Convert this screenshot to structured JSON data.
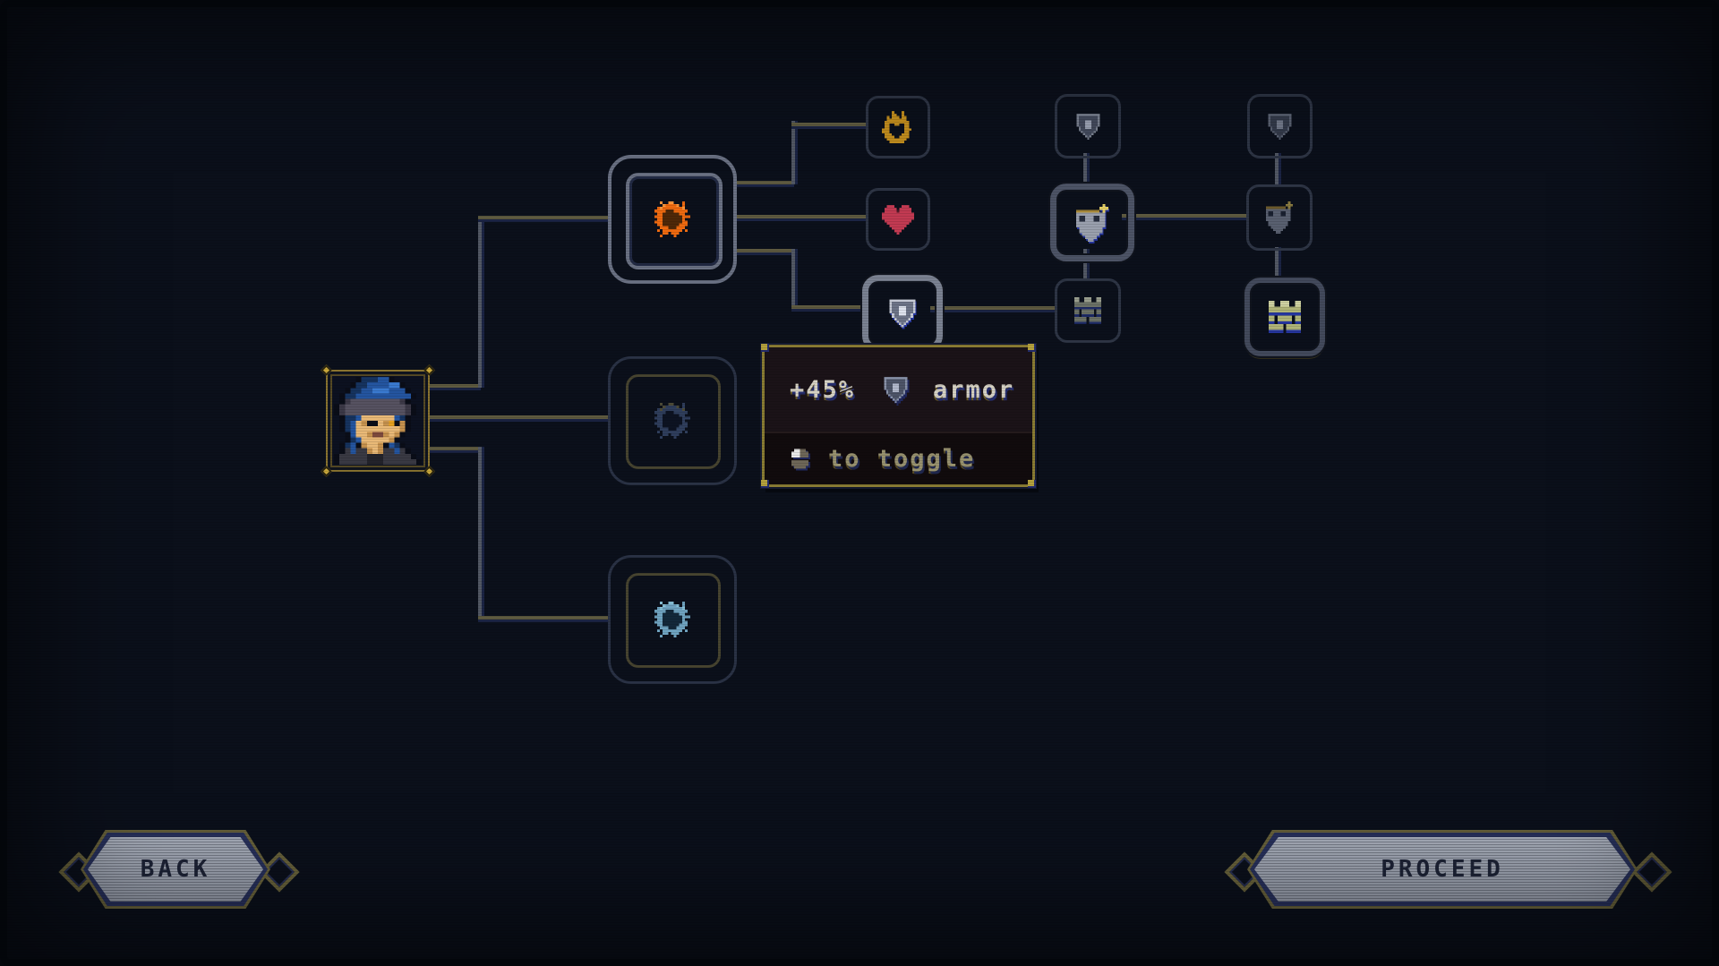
{
  "screen": {
    "type": "skill-tree",
    "background": "#0b101b"
  },
  "colors": {
    "accent_orange": "#ef6a10",
    "flame_gold": "#c08c1e",
    "heart_red": "#c23a52",
    "steel_blue": "#6fa3c0",
    "connector_olive": "#5e5a40",
    "connector_slate": "#525864",
    "tooltip_border_gold": "#8a7c33",
    "button_fill": "#9aa0ac"
  },
  "character": {
    "portrait_icon": "character-portrait"
  },
  "tree": {
    "root_nodes": [
      {
        "name": "skill-node-burst-top",
        "icon": "burst-icon",
        "state": "selected",
        "icon_color": "#ef6a10"
      },
      {
        "name": "skill-node-burst-middle",
        "icon": "burst-icon",
        "state": "inactive",
        "icon_color": "#2f3e5c"
      },
      {
        "name": "skill-node-burst-bottom",
        "icon": "burst-icon",
        "state": "available",
        "icon_color": "#6fa3c0"
      }
    ],
    "child_nodes": [
      {
        "name": "skill-node-flame-heart",
        "icon": "flame-heart-icon",
        "state": "unlocked"
      },
      {
        "name": "skill-node-heart",
        "icon": "heart-icon",
        "state": "unlocked"
      },
      {
        "name": "skill-node-armor",
        "icon": "shield-icon",
        "state": "hovered"
      },
      {
        "name": "skill-node-shield-2",
        "icon": "shield-icon",
        "state": "inactive"
      },
      {
        "name": "skill-node-mask-sparkle-2",
        "icon": "mask-sparkle-icon",
        "state": "unlocked"
      },
      {
        "name": "skill-node-crown-2",
        "icon": "crown-icon",
        "state": "inactive"
      },
      {
        "name": "skill-node-shield-3",
        "icon": "shield-icon",
        "state": "inactive"
      },
      {
        "name": "skill-node-mask-sparkle-3",
        "icon": "mask-sparkle-icon",
        "state": "inactive"
      },
      {
        "name": "skill-node-crown-3",
        "icon": "crown-icon",
        "state": "active"
      }
    ],
    "connections": [
      "portrait>burst-top",
      "portrait>burst-middle",
      "portrait>burst-bottom",
      "burst-top>flame-heart",
      "burst-top>heart",
      "burst-top>armor",
      "armor>crown-2",
      "shield-2>mask-sparkle-2",
      "mask-sparkle-2>crown-2",
      "mask-sparkle-2>mask-sparkle-3",
      "shield-3>mask-sparkle-3",
      "mask-sparkle-3>crown-3"
    ]
  },
  "tooltip": {
    "value": "+45%",
    "stat_icon": "shield-icon",
    "stat": "armor",
    "hint_icon": "mouse-icon",
    "hint": "to toggle"
  },
  "footer": {
    "back_label": "BACK",
    "proceed_label": "PROCEED"
  }
}
